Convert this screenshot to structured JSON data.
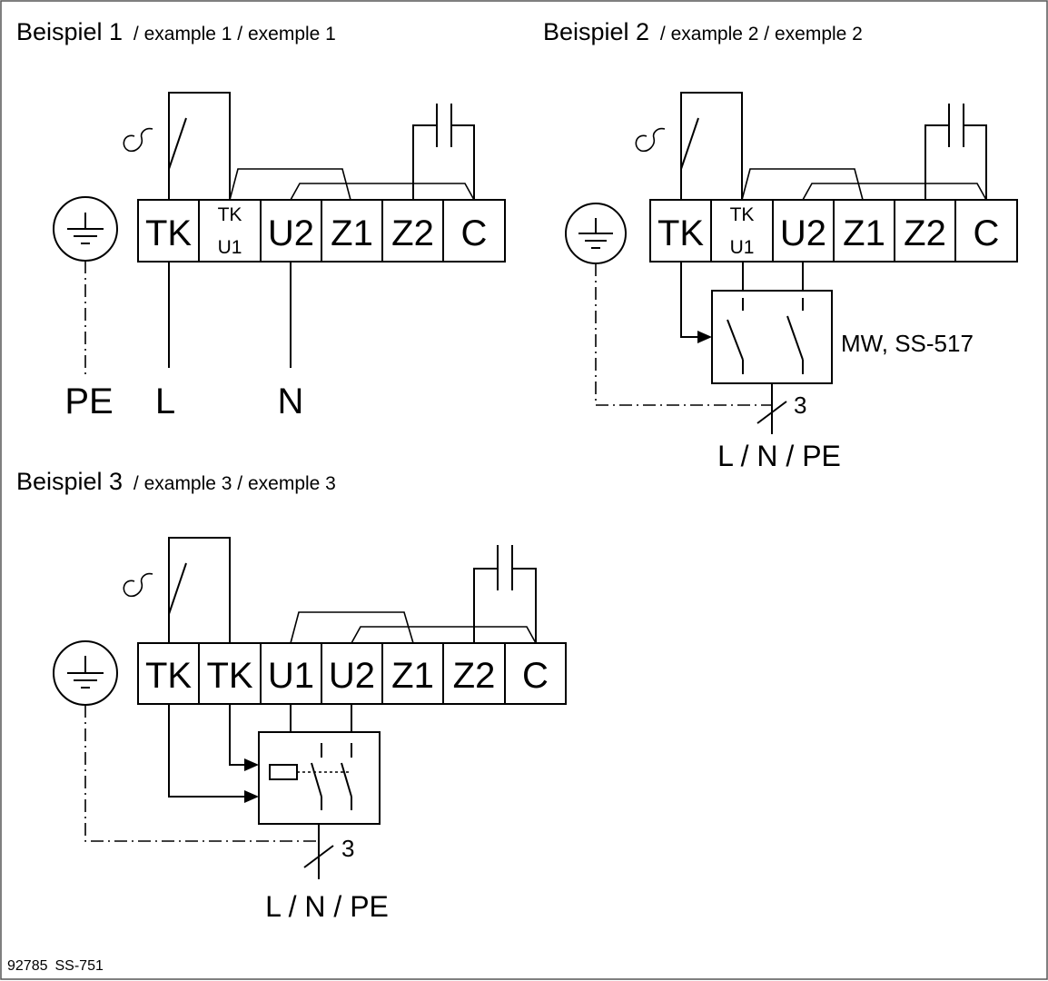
{
  "example1": {
    "title_de": "Beispiel 1",
    "title_rest": " / example 1 / exemple 1",
    "terminals": [
      "TK",
      "U2",
      "Z1",
      "Z2",
      "C"
    ],
    "stacked_terminal": {
      "top": "TK",
      "bottom": "U1"
    },
    "wire_labels": {
      "pe": "PE",
      "l": "L",
      "n": "N"
    }
  },
  "example2": {
    "title_de": "Beispiel 2",
    "title_rest": " / example 2 / exemple 2",
    "terminals": [
      "TK",
      "U2",
      "Z1",
      "Z2",
      "C"
    ],
    "stacked_terminal": {
      "top": "TK",
      "bottom": "U1"
    },
    "device_label": "MW, SS-517",
    "conductor_count": "3",
    "supply_label": "L / N / PE"
  },
  "example3": {
    "title_de": "Beispiel 3",
    "title_rest": " / example 3 / exemple 3",
    "terminals": [
      "TK",
      "TK",
      "U1",
      "U2",
      "Z1",
      "Z2",
      "C"
    ],
    "conductor_count": "3",
    "supply_label": "L / N / PE"
  },
  "footer": {
    "code": "92785",
    "ref": "SS-751"
  }
}
